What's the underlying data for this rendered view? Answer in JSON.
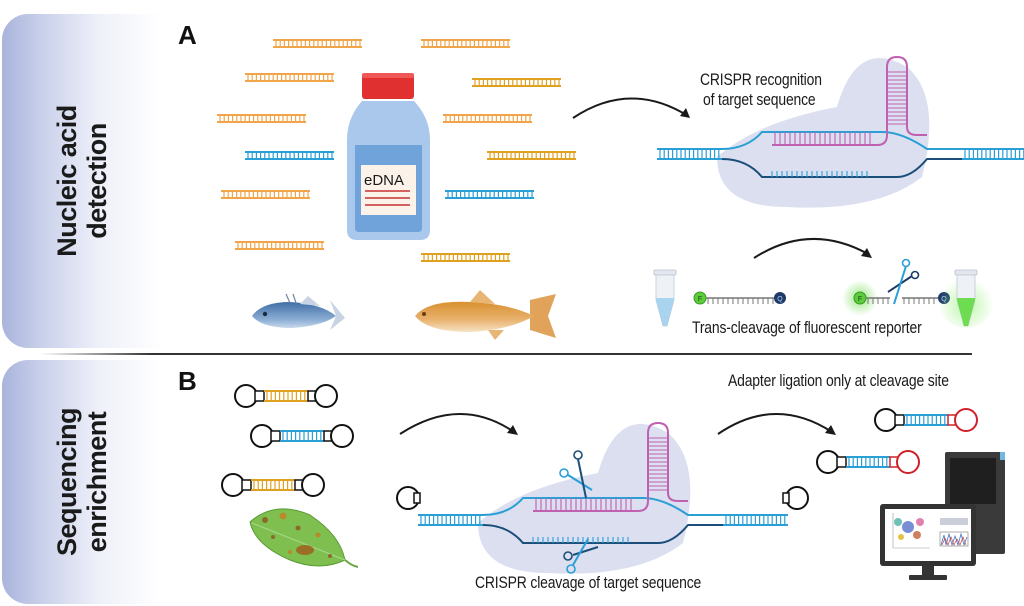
{
  "figure": {
    "panels": [
      {
        "id": "A",
        "letter": "A",
        "side_label_line1": "Nucleic acid",
        "side_label_line2": "detection",
        "bottle_label": "eDNA",
        "captions": {
          "recognition_line1": "CRISPR recognition",
          "recognition_line2": "of target sequence",
          "trans_cleavage": "Trans-cleavage of fluorescent reporter"
        },
        "reporter": {
          "fluorophore_letter": "F",
          "quencher_letter": "Q"
        }
      },
      {
        "id": "B",
        "letter": "B",
        "side_label_line1": "Sequencing",
        "side_label_line2": "enrichment",
        "captions": {
          "adapter": "Adapter ligation only at cleavage site",
          "cleavage": "CRISPR cleavage of target sequence"
        }
      }
    ],
    "colors": {
      "dna_orange": "#f0a54a",
      "dna_gold": "#e0a020",
      "dna_blue": "#2a9fd6",
      "dna_dark_blue": "#1b4f7a",
      "guide_rna": "#c060b0",
      "cas_blob": "#d7dcee",
      "adapter_red": "#d0202a",
      "fluor_green": "#5ccc3c",
      "quencher_navy": "#1d3a6b",
      "bottle_cap": "#e03030",
      "bottle_body": "#a9c8ec"
    }
  }
}
